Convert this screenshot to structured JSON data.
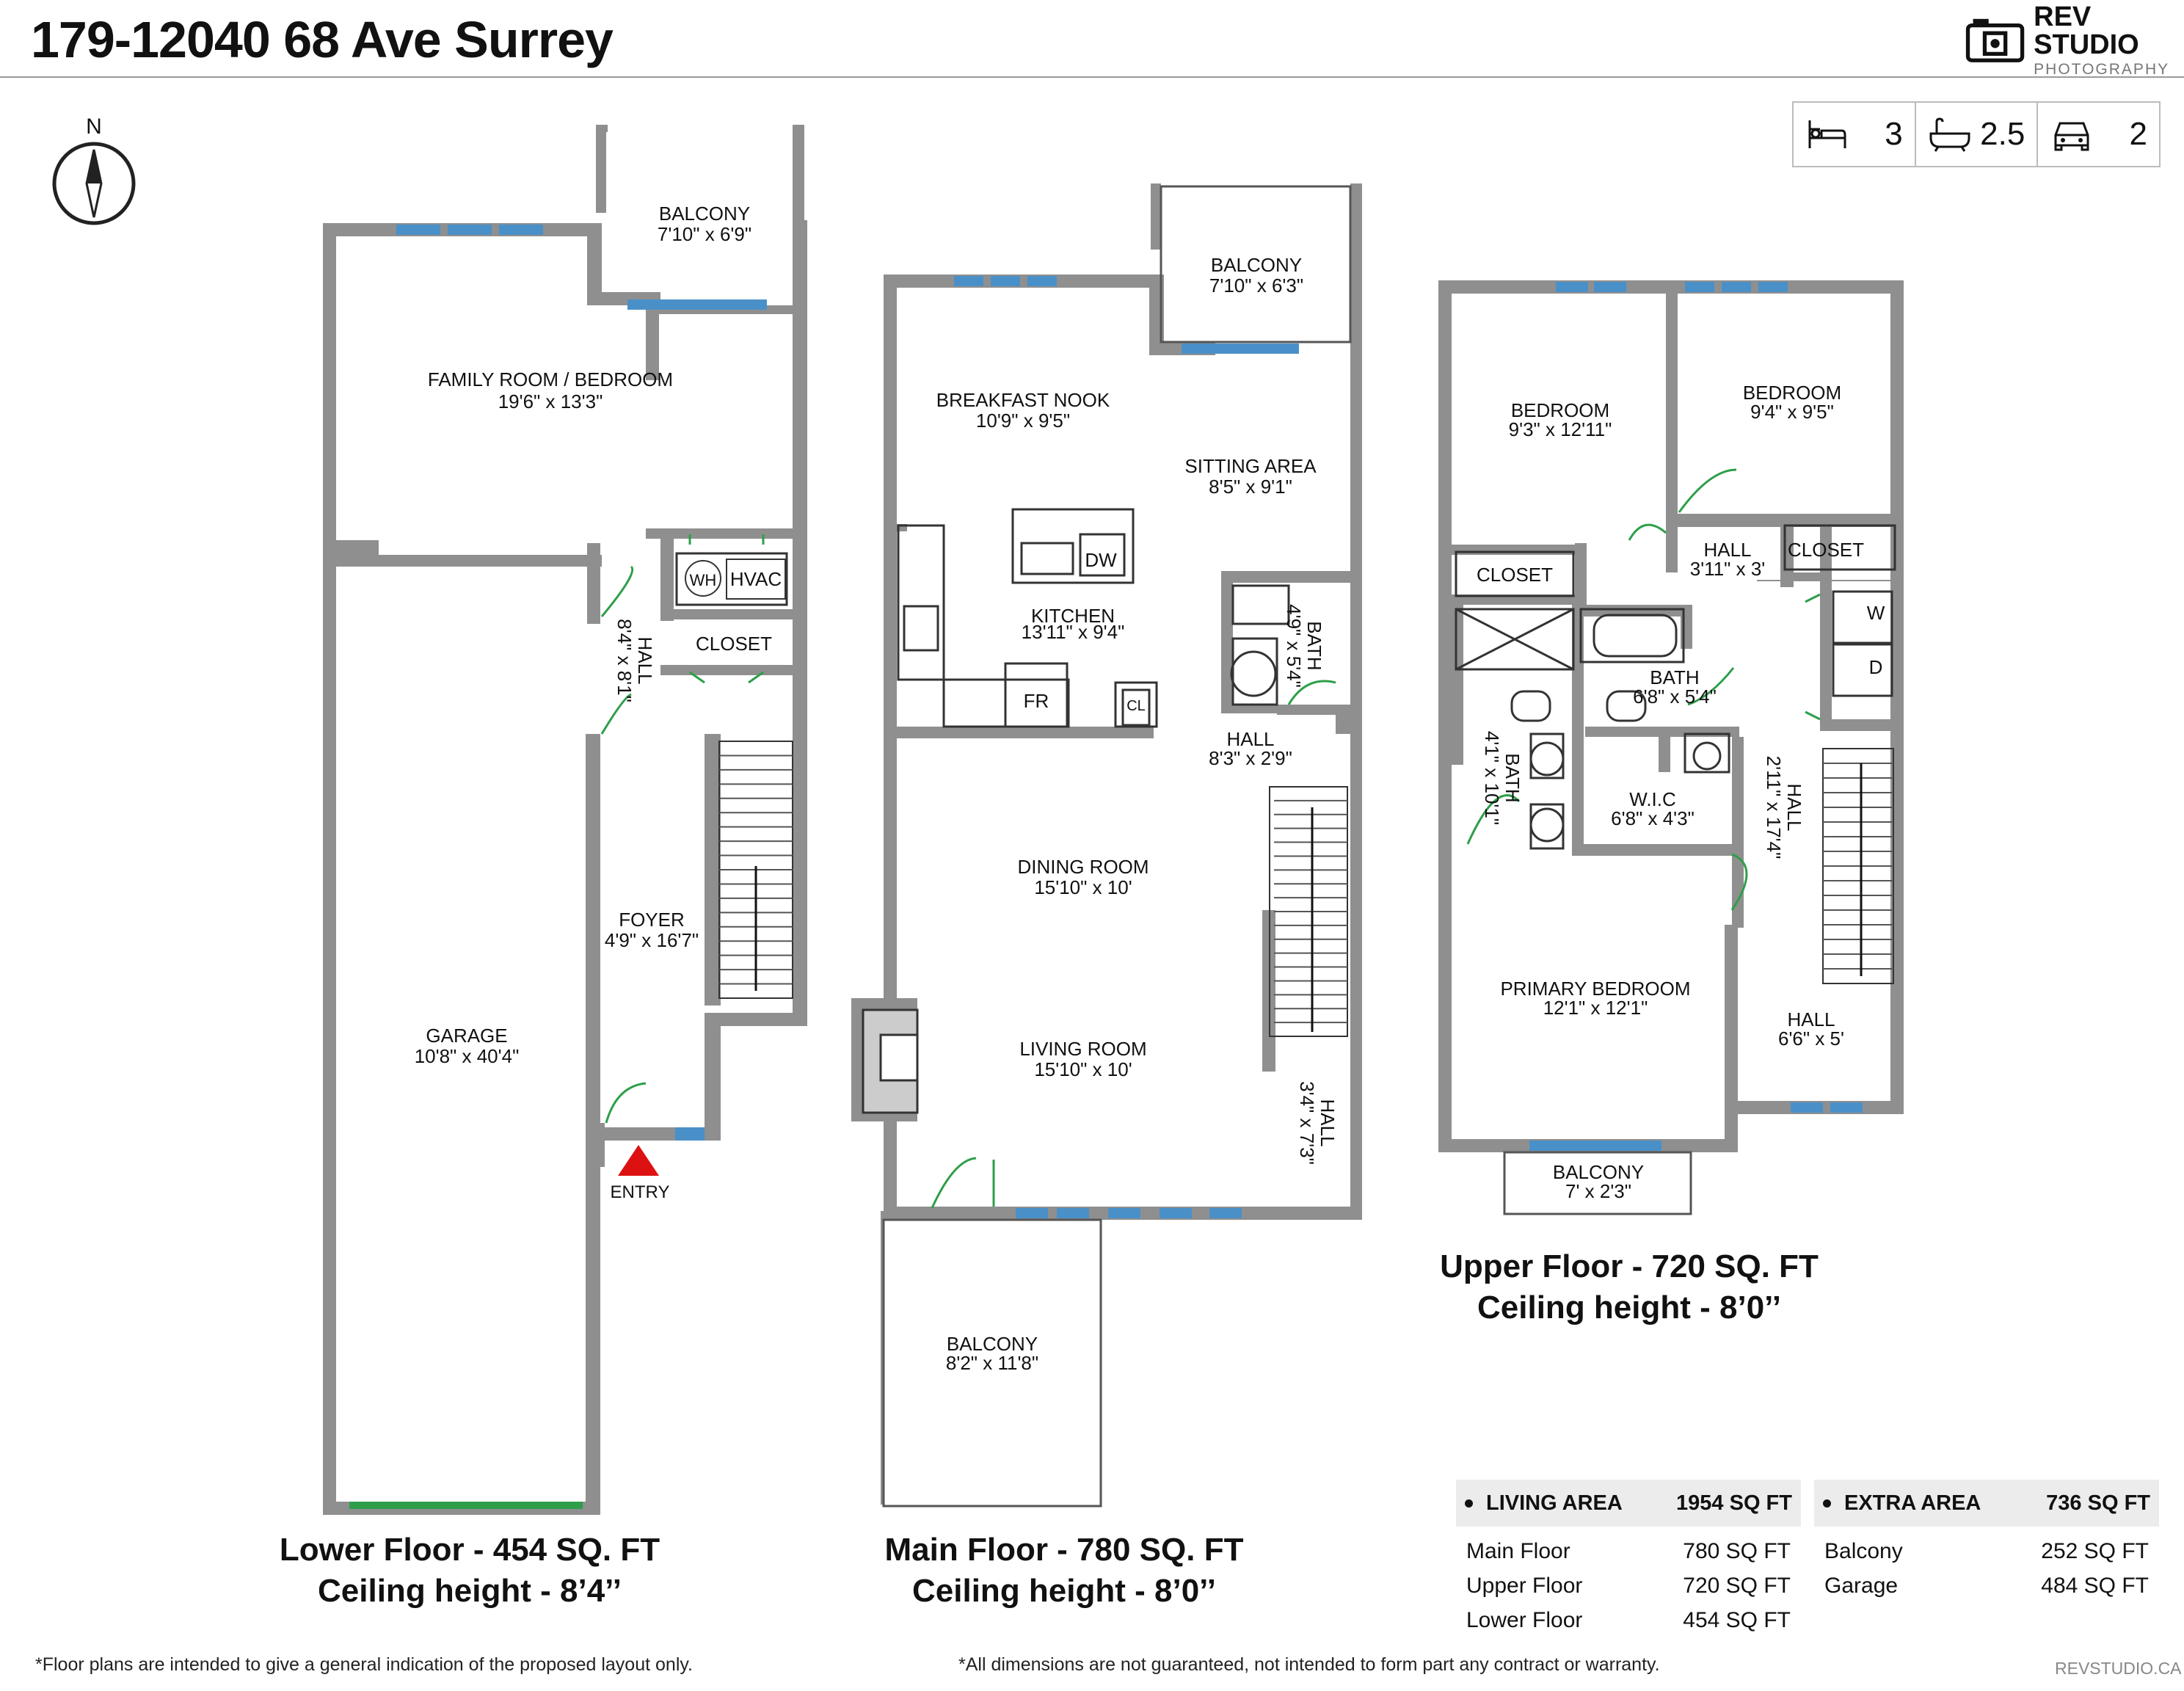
{
  "header": {
    "title": "179-12040 68 Ave Surrey",
    "logo_main": "REV STUDIO",
    "logo_sub": "PHOTOGRAPHY"
  },
  "stats": {
    "bedrooms": "3",
    "bathrooms": "2.5",
    "parking": "2"
  },
  "compass": {
    "north": "N"
  },
  "rooms": {
    "balcony_lower": {
      "name": "BALCONY",
      "dim": "7'10\" x 6'9\""
    },
    "family_room": {
      "name": "FAMILY ROOM / BEDROOM",
      "dim": "19'6\" x 13'3\""
    },
    "wh": "WH",
    "hvac": "HVAC",
    "closet_lower": "CLOSET",
    "hall_lower": {
      "name": "HALL",
      "dim": "8'4\" x 8'1\""
    },
    "garage": {
      "name": "GARAGE",
      "dim": "10'8\" x 40'4\""
    },
    "foyer": {
      "name": "FOYER",
      "dim": "4'9\" x 16'7\""
    },
    "entry": "ENTRY",
    "balcony_main_top": {
      "name": "BALCONY",
      "dim": "7'10\" x 6'3\""
    },
    "breakfast_nook": {
      "name": "BREAKFAST NOOK",
      "dim": "10'9\" x 9'5\""
    },
    "sitting_area": {
      "name": "SITTING AREA",
      "dim": "8'5\" x 9'1\""
    },
    "dw": "DW",
    "kitchen": {
      "name": "KITCHEN",
      "dim": "13'11\" x 9'4\""
    },
    "fr": "FR",
    "cl": "CL",
    "bath_main": {
      "name": "BATH",
      "dim": "4'9\" x 5'4\""
    },
    "hall_main": {
      "name": "HALL",
      "dim": "8'3\" x 2'9\""
    },
    "dining_room": {
      "name": "DINING ROOM",
      "dim": "15'10\" x 10'"
    },
    "living_room": {
      "name": "LIVING ROOM",
      "dim": "15'10\" x 10'"
    },
    "hall_main2": {
      "name": "HALL",
      "dim": "3'4\" x 7'3\""
    },
    "balcony_main_bottom": {
      "name": "BALCONY",
      "dim": "8'2\" x 11'8\""
    },
    "bedroom_1": {
      "name": "BEDROOM",
      "dim": "9'3\" x 12'11\""
    },
    "bedroom_2": {
      "name": "BEDROOM",
      "dim": "9'4\" x 9'5\""
    },
    "hall_upper": {
      "name": "HALL",
      "dim": "3'11\" x 3'"
    },
    "closet_upper_1": "CLOSET",
    "closet_upper_2": "CLOSET",
    "w": "W",
    "d": "D",
    "bath_upper_1": {
      "name": "BATH",
      "dim": "6'8\" x 5'4\""
    },
    "bath_upper_2": {
      "name": "BATH",
      "dim": "4'1\" x 10'1\""
    },
    "wic": {
      "name": "W.I.C",
      "dim": "6'8\" x 4'3\""
    },
    "hall_upper2": {
      "name": "HALL",
      "dim": "2'11\" x 17'4\""
    },
    "primary_bedroom": {
      "name": "PRIMARY BEDROOM",
      "dim": "12'1\" x 12'1\""
    },
    "hall_upper3": {
      "name": "HALL",
      "dim": "6'6\" x 5'"
    },
    "balcony_upper": {
      "name": "BALCONY",
      "dim": "7' x 2'3\""
    }
  },
  "captions": {
    "lower": {
      "line1": "Lower Floor - 454 SQ. FT",
      "line2": "Ceiling height - 8’4’’"
    },
    "main": {
      "line1": "Main Floor - 780 SQ. FT",
      "line2": "Ceiling height - 8’0’’"
    },
    "upper": {
      "line1": "Upper Floor - 720 SQ. FT",
      "line2": "Ceiling height - 8’0’’"
    }
  },
  "living_area": {
    "label": "LIVING AREA",
    "total": "1954 SQ FT",
    "rows": [
      {
        "name": "Main Floor",
        "value": "780 SQ FT"
      },
      {
        "name": "Upper Floor",
        "value": "720 SQ FT"
      },
      {
        "name": "Lower Floor",
        "value": "454 SQ FT"
      }
    ]
  },
  "extra_area": {
    "label": "EXTRA AREA",
    "total": "736 SQ FT",
    "rows": [
      {
        "name": "Balcony",
        "value": "252 SQ FT"
      },
      {
        "name": "Garage",
        "value": "484 SQ FT"
      }
    ]
  },
  "footer": {
    "left": "*Floor plans are intended to give a general indication of the proposed layout only.",
    "right": "*All dimensions are not guaranteed, not intended to form part any contract or warranty.",
    "website": "REVSTUDIO.CA"
  },
  "colors": {
    "wall": "#8f8f8f",
    "window": "#4a90c8",
    "door": "#2e9e4a",
    "entry": "#dd1111"
  }
}
